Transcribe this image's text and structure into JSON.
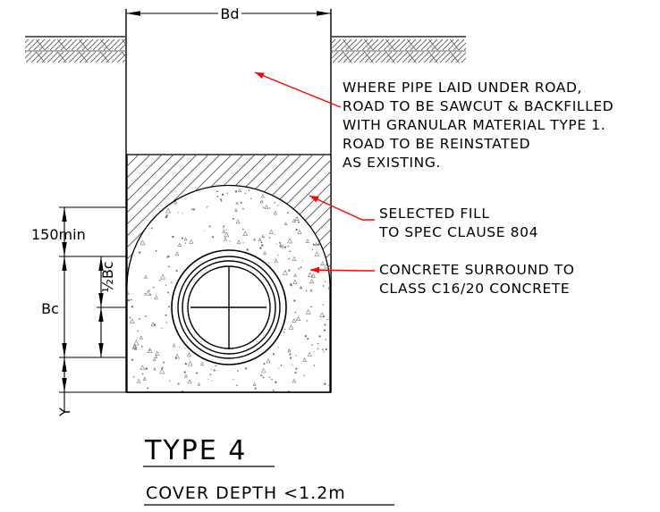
{
  "dimensions": {
    "trench_width": "Bd",
    "cover_min": "150min",
    "half_pipe": "½Bc",
    "pipe_dia": "Bc",
    "bed_label": "Y"
  },
  "annotations": {
    "road": [
      "WHERE PIPE LAID UNDER ROAD,",
      "ROAD TO BE SAWCUT & BACKFILLED",
      "WITH GRANULAR MATERIAL TYPE 1.",
      "ROAD TO BE REINSTATED",
      "AS EXISTING."
    ],
    "fill": [
      "SELECTED FILL",
      "TO SPEC CLAUSE 804"
    ],
    "surround": [
      "CONCRETE SURROUND TO",
      "CLASS C16/20 CONCRETE"
    ]
  },
  "title": "TYPE 4",
  "subtitle": "COVER DEPTH <1.2m",
  "colors": {
    "leader": "#ff0000",
    "linework": "#000000",
    "hatch": "#555555",
    "background": "#ffffff"
  }
}
